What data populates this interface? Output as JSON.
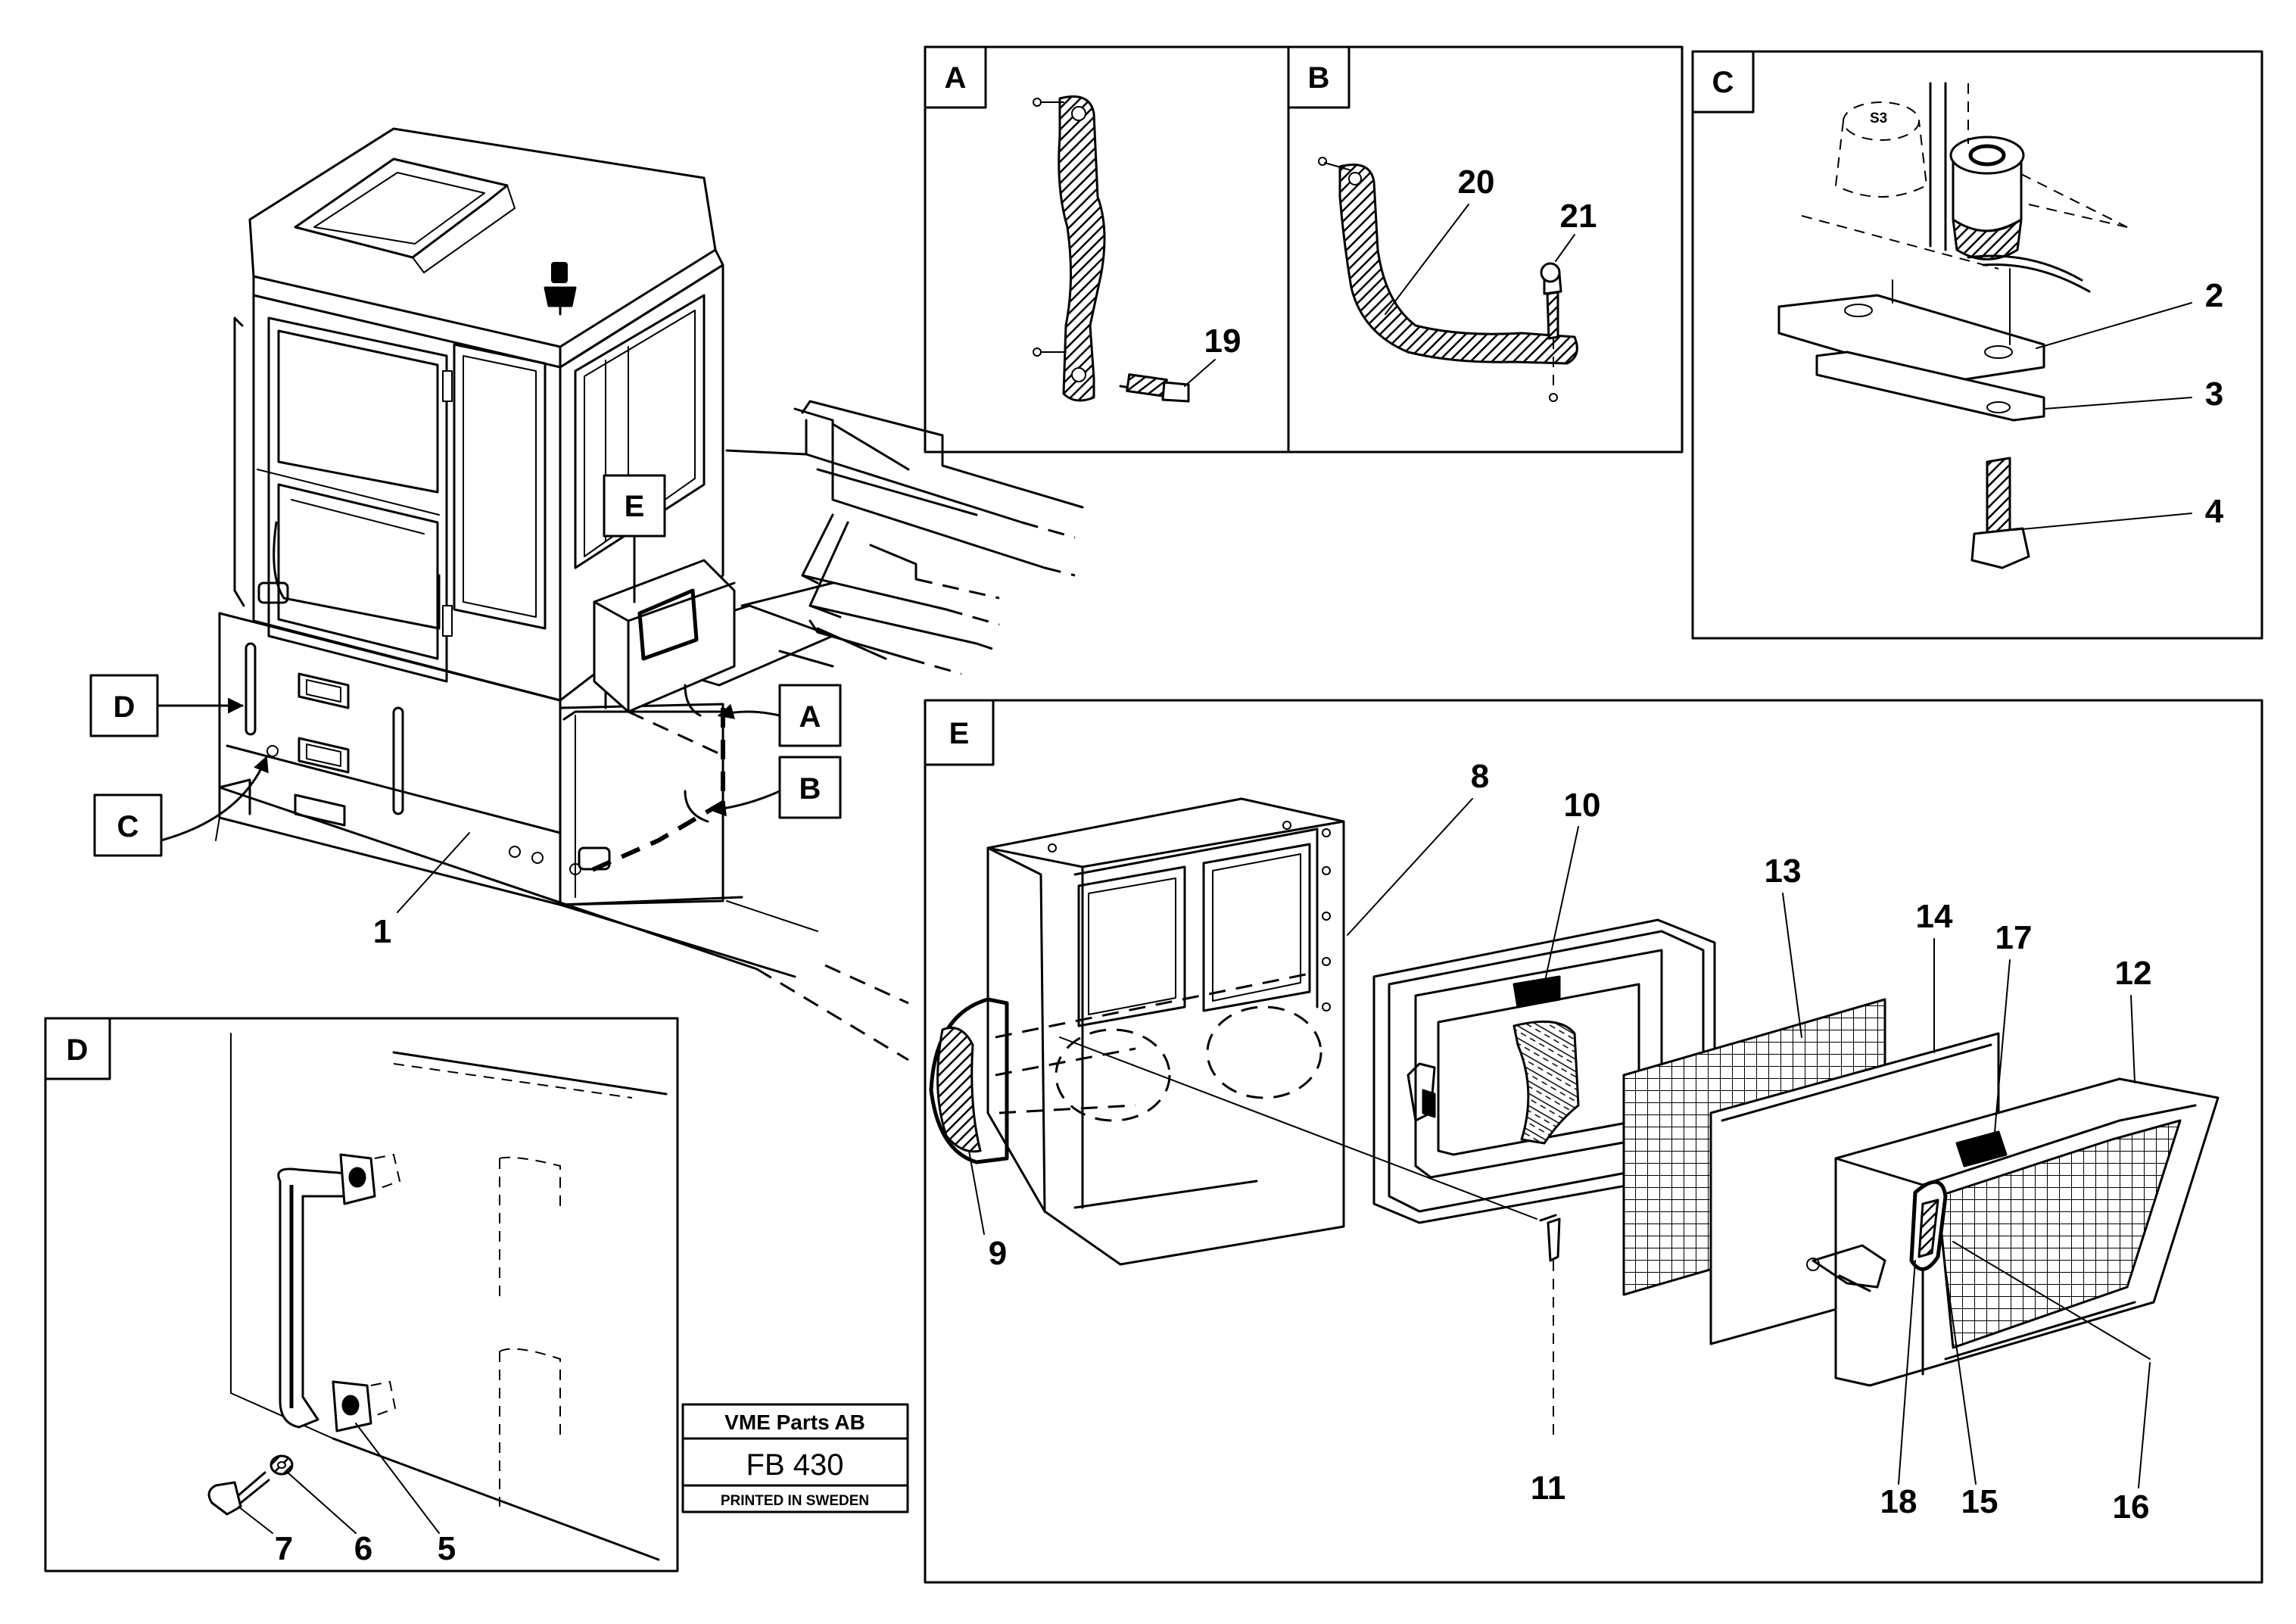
{
  "title_block": {
    "company": "VME Parts AB",
    "drawing_no": "FB 430",
    "printed": "PRINTED IN SWEDEN"
  },
  "callout_tags": {
    "A": "A",
    "B": "B",
    "C": "C",
    "D": "D",
    "E": "E"
  },
  "panels": {
    "A": {
      "tag": "A",
      "parts": [
        "19"
      ]
    },
    "B": {
      "tag": "B",
      "parts": [
        "20",
        "21"
      ]
    },
    "C": {
      "tag": "C",
      "parts": [
        "2",
        "3",
        "4"
      ]
    },
    "D": {
      "tag": "D",
      "parts": [
        "7",
        "6",
        "5"
      ]
    },
    "E": {
      "tag": "E",
      "parts": [
        "8",
        "10",
        "13",
        "14",
        "17",
        "12",
        "9",
        "11",
        "18",
        "15",
        "16"
      ]
    }
  },
  "main_view": {
    "parts": [
      "1"
    ]
  }
}
